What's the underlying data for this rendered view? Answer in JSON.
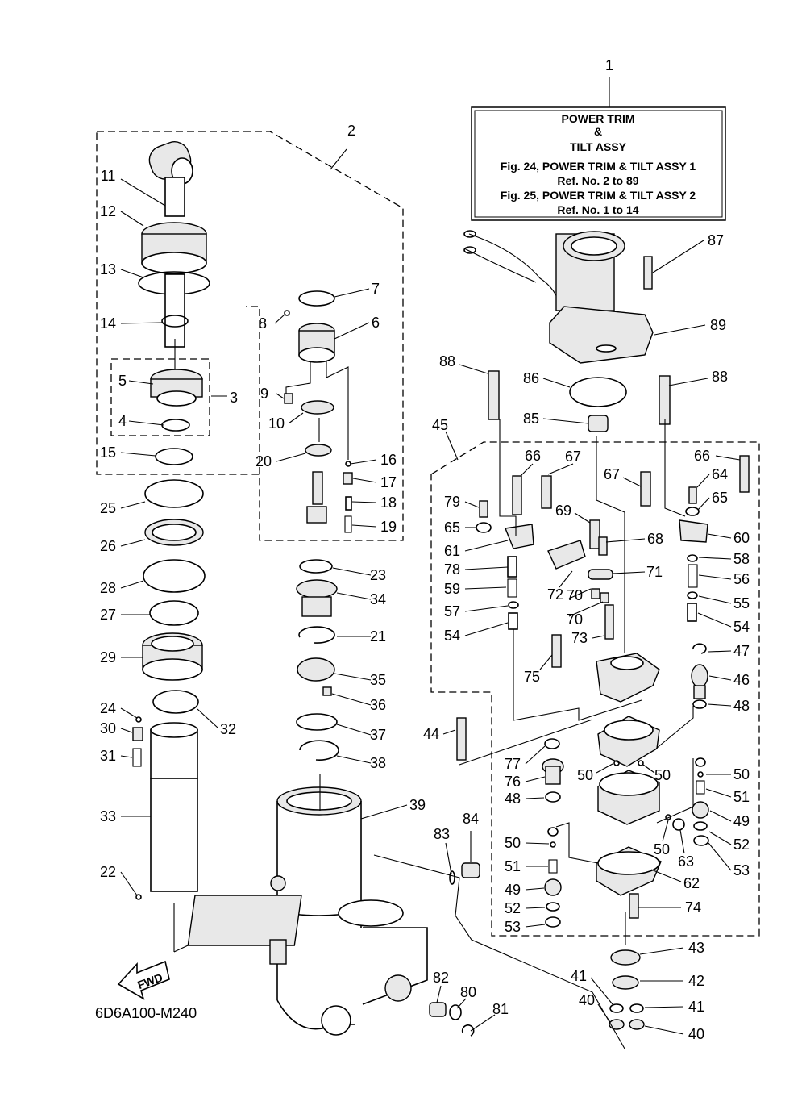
{
  "diagram": {
    "code": "6D6A100-M240",
    "fwd_label": "FWD",
    "ref_box": {
      "callout": "1",
      "lines": [
        "POWER TRIM",
        "&",
        "TILT ASSY",
        "Fig. 24, POWER TRIM & TILT ASSY 1",
        "Ref. No. 2 to 89",
        "Fig. 25, POWER TRIM & TILT ASSY 2",
        "Ref. No. 1 to 14"
      ]
    },
    "callouts": [
      {
        "id": "c2",
        "label": "2"
      },
      {
        "id": "c3",
        "label": "3"
      },
      {
        "id": "c4",
        "label": "4"
      },
      {
        "id": "c5",
        "label": "5"
      },
      {
        "id": "c6",
        "label": "6"
      },
      {
        "id": "c7",
        "label": "7"
      },
      {
        "id": "c8",
        "label": "8"
      },
      {
        "id": "c9",
        "label": "9"
      },
      {
        "id": "c10",
        "label": "10"
      },
      {
        "id": "c11",
        "label": "11"
      },
      {
        "id": "c12",
        "label": "12"
      },
      {
        "id": "c13",
        "label": "13"
      },
      {
        "id": "c14",
        "label": "14"
      },
      {
        "id": "c15",
        "label": "15"
      },
      {
        "id": "c16",
        "label": "16"
      },
      {
        "id": "c17",
        "label": "17"
      },
      {
        "id": "c18",
        "label": "18"
      },
      {
        "id": "c19",
        "label": "19"
      },
      {
        "id": "c20",
        "label": "20"
      },
      {
        "id": "c21",
        "label": "21"
      },
      {
        "id": "c22",
        "label": "22"
      },
      {
        "id": "c23",
        "label": "23"
      },
      {
        "id": "c24",
        "label": "24"
      },
      {
        "id": "c25",
        "label": "25"
      },
      {
        "id": "c26",
        "label": "26"
      },
      {
        "id": "c27",
        "label": "27"
      },
      {
        "id": "c28",
        "label": "28"
      },
      {
        "id": "c29",
        "label": "29"
      },
      {
        "id": "c30",
        "label": "30"
      },
      {
        "id": "c31",
        "label": "31"
      },
      {
        "id": "c32",
        "label": "32"
      },
      {
        "id": "c33",
        "label": "33"
      },
      {
        "id": "c34",
        "label": "34"
      },
      {
        "id": "c35",
        "label": "35"
      },
      {
        "id": "c36",
        "label": "36"
      },
      {
        "id": "c37",
        "label": "37"
      },
      {
        "id": "c38",
        "label": "38"
      },
      {
        "id": "c39",
        "label": "39"
      },
      {
        "id": "c40a",
        "label": "40"
      },
      {
        "id": "c40b",
        "label": "40"
      },
      {
        "id": "c41a",
        "label": "41"
      },
      {
        "id": "c41b",
        "label": "41"
      },
      {
        "id": "c42",
        "label": "42"
      },
      {
        "id": "c43",
        "label": "43"
      },
      {
        "id": "c44",
        "label": "44"
      },
      {
        "id": "c45",
        "label": "45"
      },
      {
        "id": "c46",
        "label": "46"
      },
      {
        "id": "c47",
        "label": "47"
      },
      {
        "id": "c48a",
        "label": "48"
      },
      {
        "id": "c48b",
        "label": "48"
      },
      {
        "id": "c49a",
        "label": "49"
      },
      {
        "id": "c49b",
        "label": "49"
      },
      {
        "id": "c50a",
        "label": "50"
      },
      {
        "id": "c50b",
        "label": "50"
      },
      {
        "id": "c50c",
        "label": "50"
      },
      {
        "id": "c50d",
        "label": "50"
      },
      {
        "id": "c50e",
        "label": "50"
      },
      {
        "id": "c51a",
        "label": "51"
      },
      {
        "id": "c51b",
        "label": "51"
      },
      {
        "id": "c52a",
        "label": "52"
      },
      {
        "id": "c52b",
        "label": "52"
      },
      {
        "id": "c53a",
        "label": "53"
      },
      {
        "id": "c53b",
        "label": "53"
      },
      {
        "id": "c54a",
        "label": "54"
      },
      {
        "id": "c54b",
        "label": "54"
      },
      {
        "id": "c55",
        "label": "55"
      },
      {
        "id": "c56",
        "label": "56"
      },
      {
        "id": "c57",
        "label": "57"
      },
      {
        "id": "c58",
        "label": "58"
      },
      {
        "id": "c59",
        "label": "59"
      },
      {
        "id": "c60",
        "label": "60"
      },
      {
        "id": "c61",
        "label": "61"
      },
      {
        "id": "c62",
        "label": "62"
      },
      {
        "id": "c63",
        "label": "63"
      },
      {
        "id": "c64",
        "label": "64"
      },
      {
        "id": "c65a",
        "label": "65"
      },
      {
        "id": "c65b",
        "label": "65"
      },
      {
        "id": "c66a",
        "label": "66"
      },
      {
        "id": "c66b",
        "label": "66"
      },
      {
        "id": "c67a",
        "label": "67"
      },
      {
        "id": "c67b",
        "label": "67"
      },
      {
        "id": "c68",
        "label": "68"
      },
      {
        "id": "c69",
        "label": "69"
      },
      {
        "id": "c70a",
        "label": "70"
      },
      {
        "id": "c70b",
        "label": "70"
      },
      {
        "id": "c71",
        "label": "71"
      },
      {
        "id": "c72",
        "label": "72"
      },
      {
        "id": "c73",
        "label": "73"
      },
      {
        "id": "c74",
        "label": "74"
      },
      {
        "id": "c75",
        "label": "75"
      },
      {
        "id": "c76",
        "label": "76"
      },
      {
        "id": "c77",
        "label": "77"
      },
      {
        "id": "c78",
        "label": "78"
      },
      {
        "id": "c79",
        "label": "79"
      },
      {
        "id": "c80",
        "label": "80"
      },
      {
        "id": "c81",
        "label": "81"
      },
      {
        "id": "c82",
        "label": "82"
      },
      {
        "id": "c83",
        "label": "83"
      },
      {
        "id": "c84",
        "label": "84"
      },
      {
        "id": "c85",
        "label": "85"
      },
      {
        "id": "c86",
        "label": "86"
      },
      {
        "id": "c87",
        "label": "87"
      },
      {
        "id": "c88a",
        "label": "88"
      },
      {
        "id": "c88b",
        "label": "88"
      },
      {
        "id": "c89",
        "label": "89"
      }
    ]
  }
}
